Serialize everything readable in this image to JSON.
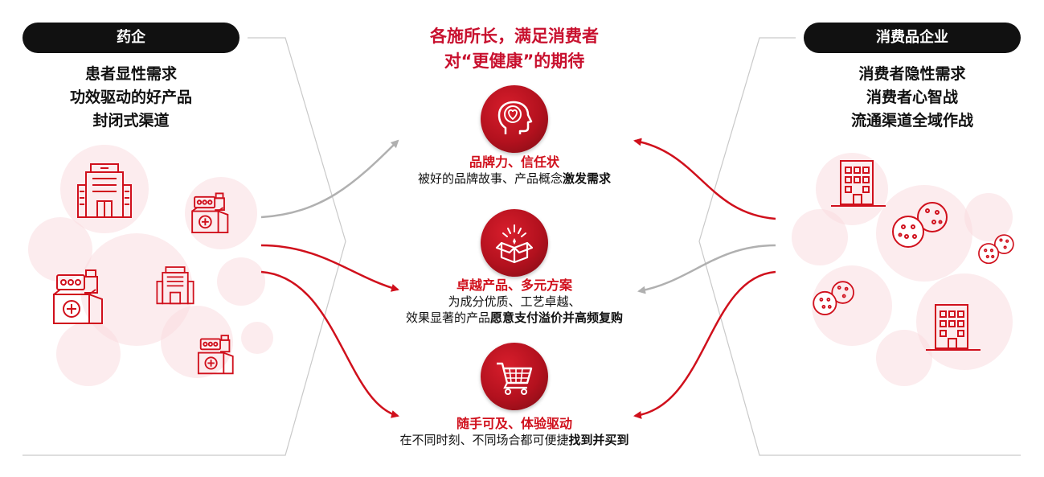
{
  "left": {
    "label": "药企",
    "lines": [
      "患者显性需求",
      "功效驱动的好产品",
      "封闭式渠道"
    ]
  },
  "right": {
    "label": "消费品企业",
    "lines": [
      "消费者隐性需求",
      "消费者心智战",
      "流通渠道全域作战"
    ]
  },
  "center": {
    "title_line1": "各施所长，满足消费者",
    "title_line2": "对“更健康”的期待",
    "features": [
      {
        "head": "品牌力、信任状",
        "text": "被好的品牌故事、产品概念",
        "bold": "激发需求"
      },
      {
        "head": "卓越产品、多元方案",
        "text": "为成分优质、工艺卓越、",
        "text2": "效果显著的产品",
        "bold": "愿意支付溢价并高频复购"
      },
      {
        "head": "随手可及、体验驱动",
        "text": "在不同时刻、不同场合都可便捷",
        "bold": "找到并买到"
      }
    ]
  },
  "colors": {
    "accent": "#c8102e",
    "dark": "#111111",
    "grey_arrow": "#b0b0b0"
  },
  "icons": [
    "heart-head-icon",
    "open-box-icon",
    "shopping-cart-icon",
    "hospital-icon",
    "medicine-box-icon",
    "office-building-icon",
    "cookie-icon"
  ]
}
